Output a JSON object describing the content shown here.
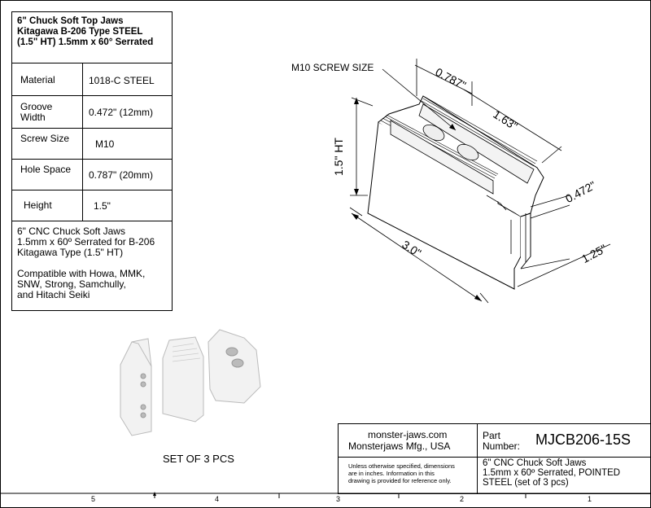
{
  "title": {
    "line1": "6\" Chuck Soft Top Jaws",
    "line2": "Kitagawa B-206 Type STEEL",
    "line3": "(1.5\" HT) 1.5mm x 60° Serrated"
  },
  "specs": [
    {
      "label": "Material",
      "value": "1018-C STEEL"
    },
    {
      "label": "Groove Width",
      "value": "0.472\" (12mm)"
    },
    {
      "label": "Screw Size",
      "value": "M10"
    },
    {
      "label": "Hole Space",
      "value": "0.787\" (20mm)"
    },
    {
      "label": "Height",
      "value": "1.5\""
    }
  ],
  "description": {
    "line1": "6\" CNC Chuck Soft Jaws",
    "line2": "1.5mm x 60º Serrated for  B-206",
    "line3": "Kitagawa Type (1.5\" HT)",
    "line4": "Compatible with Howa, MMK,",
    "line5": "SNW, Strong, Samchully,",
    "line6": "and Hitachi Seiki"
  },
  "drawing": {
    "screw_callout": "M10 SCREW SIZE",
    "dim_hole_space": "0.787\"",
    "dim_depth": "1.63\"",
    "dim_height": "1.5\" HT",
    "dim_groove": "0.472\"",
    "dim_length": "3.0\"",
    "dim_width": "1.25\""
  },
  "set_label": "SET OF 3 PCS",
  "title_block": {
    "website": "monster-jaws.com",
    "company": "Monsterjaws Mfg., USA",
    "part_label_1": "Part",
    "part_label_2": "Number:",
    "part_number": "MJCB206-15S",
    "note_1": "Unless otherwise specified, dimensions",
    "note_2": "are in inches.  Information in this",
    "note_3": "drawing is provided for reference only.",
    "part_desc_1": "6\" CNC Chuck Soft Jaws",
    "part_desc_2": "1.5mm x 60º Serrated, POINTED",
    "part_desc_3": "STEEL (set of 3 pcs)"
  },
  "zones": [
    "5",
    "4",
    "3",
    "2",
    "1"
  ]
}
